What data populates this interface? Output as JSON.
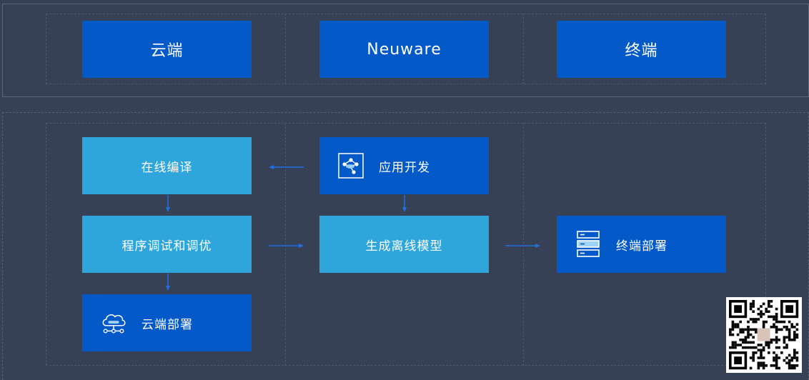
{
  "header": {
    "cloud": "云端",
    "neuware": "Neuware",
    "terminal": "终端"
  },
  "nodes": {
    "online_compile": "在线编译",
    "app_dev": "应用开发",
    "debug_tune": "程序调试和调优",
    "gen_offline_model": "生成离线模型",
    "terminal_deploy": "终端部署",
    "cloud_deploy": "云端部署"
  },
  "icons": {
    "app_dev": "network-nodes-icon",
    "terminal_deploy": "server-stack-icon",
    "cloud_deploy": "cloud-network-icon",
    "qr": "qr-code"
  },
  "colors": {
    "background": "#364155",
    "dark_box": "#0459c8",
    "light_box": "#2ea6dc",
    "arrow": "#1f6fe0"
  }
}
